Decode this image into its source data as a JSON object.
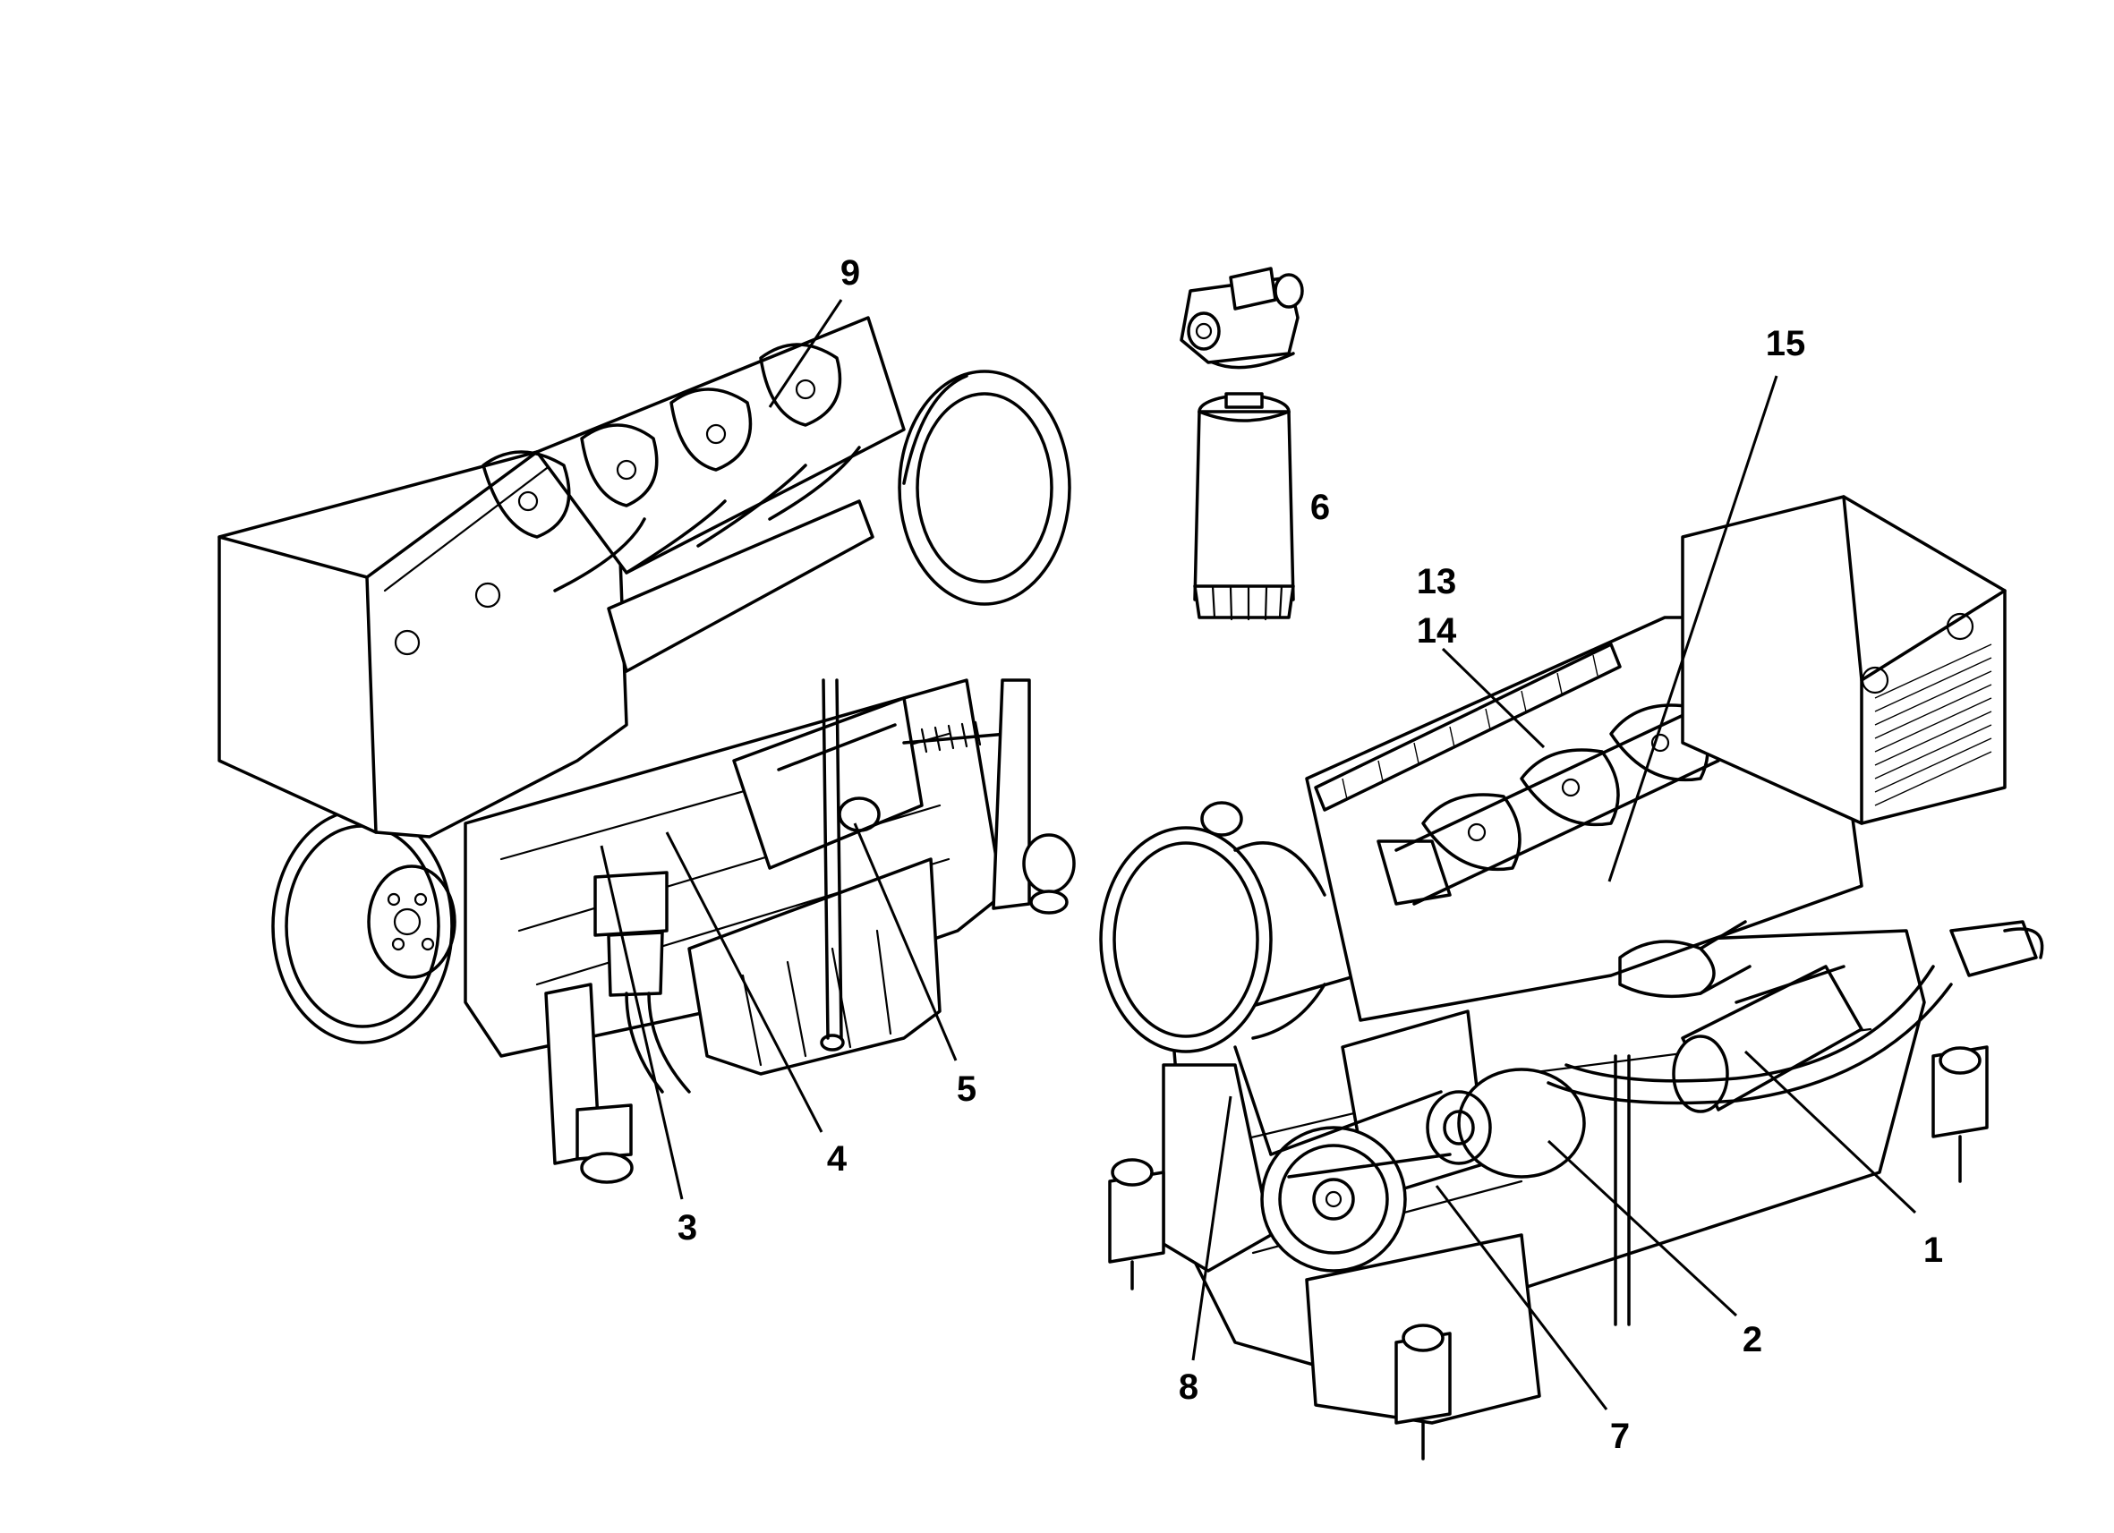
{
  "diagram": {
    "callouts": [
      {
        "id": "c1",
        "text": "1"
      },
      {
        "id": "c2",
        "text": "2"
      },
      {
        "id": "c3",
        "text": "3"
      },
      {
        "id": "c4",
        "text": "4"
      },
      {
        "id": "c5",
        "text": "5"
      },
      {
        "id": "c6",
        "text": "6"
      },
      {
        "id": "c7",
        "text": "7"
      },
      {
        "id": "c8",
        "text": "8"
      },
      {
        "id": "c9",
        "text": "9"
      },
      {
        "id": "c13",
        "text": "13"
      },
      {
        "id": "c14",
        "text": "14"
      },
      {
        "id": "c15",
        "text": "15"
      }
    ],
    "ink_color": "#000000",
    "paper_color": "#ffffff"
  }
}
